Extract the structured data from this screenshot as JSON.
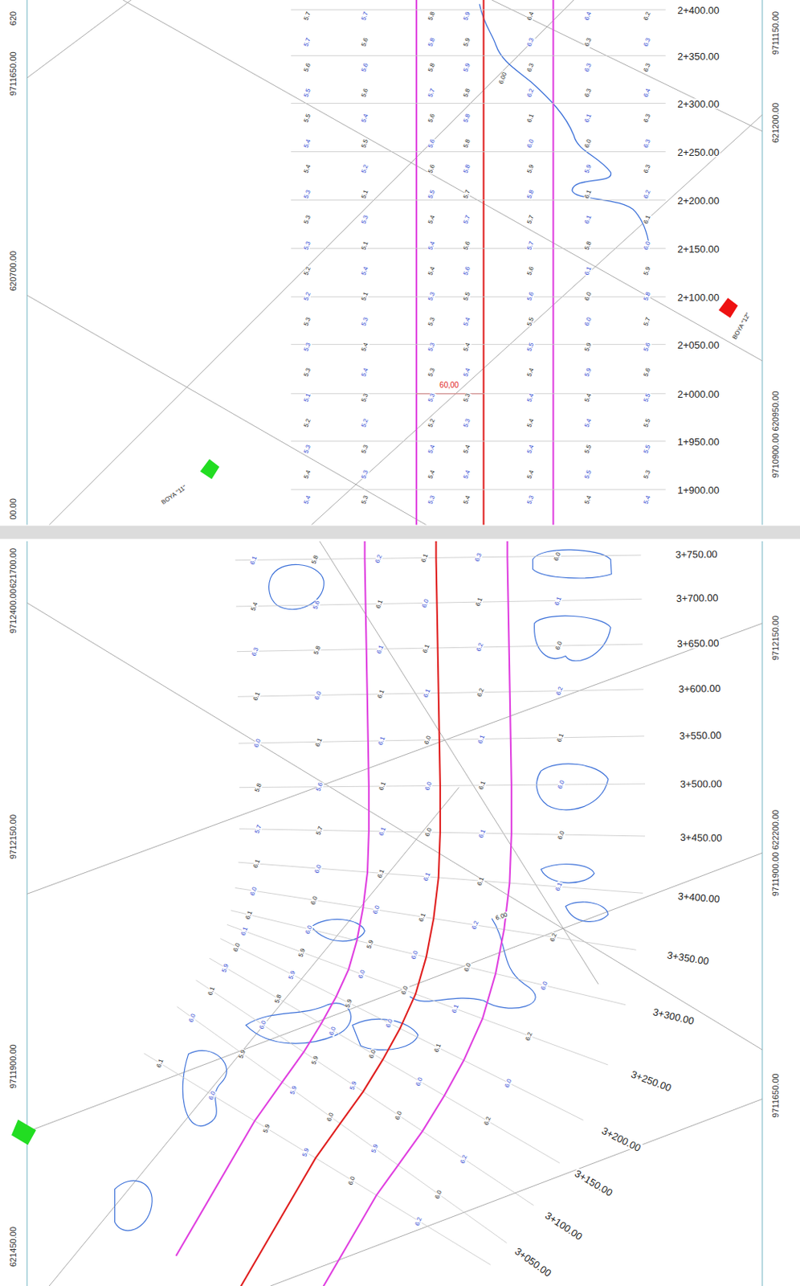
{
  "diagram": {
    "nodes": [
      {
        "text": [
          "BOYA \"11\""
        ]
      },
      {
        "text": [
          "BOYA \"12\""
        ]
      }
    ],
    "labels": [
      "620",
      "9711650.00",
      "620700.00",
      "00.00",
      "9711150.00",
      "621200.00",
      "9710900.00 620950.00",
      "2+400.00",
      "2+350.00",
      "2+300.00",
      "2+250.00",
      "2+200.00",
      "2+150.00",
      "2+100.00",
      "2+050.00",
      "2+000.00",
      "1+950.00",
      "1+900.00",
      "60,00",
      "6.00",
      "5.7",
      "5.7",
      "5.8",
      "5.9",
      "6.4",
      "6.4",
      "6.2",
      "5.7",
      "5.6",
      "5.8",
      "5.9",
      "6.3",
      "6.3",
      "6.3",
      "5.6",
      "5.6",
      "5.8",
      "5.9",
      "6.3",
      "6.3",
      "6.3",
      "5.5",
      "5.6",
      "5.7",
      "5.8",
      "6.2",
      "6.3",
      "6.4",
      "5.5",
      "5.4",
      "5.6",
      "5.8",
      "6.1",
      "6.1",
      "6.3",
      "5.4",
      "5.5",
      "5.6",
      "5.8",
      "6.0",
      "6.0",
      "6.3",
      "5.4",
      "5.2",
      "5.6",
      "5.8",
      "5.9",
      "5.9",
      "6.3",
      "5.3",
      "5.1",
      "5.5",
      "5.7",
      "5.8",
      "6.1",
      "6.2",
      "5.3",
      "5.3",
      "5.4",
      "5.7",
      "5.7",
      "6.1",
      "6.1",
      "5.3",
      "5.1",
      "5.4",
      "5.6",
      "5.7",
      "5.8",
      "6.0",
      "5.2",
      "5.4",
      "5.4",
      "5.6",
      "5.6",
      "6.1",
      "5.9",
      "5.2",
      "5.1",
      "5.3",
      "5.5",
      "5.6",
      "6.0",
      "5.8",
      "5.3",
      "5.3",
      "5.3",
      "5.4",
      "5.5",
      "6.0",
      "5.7",
      "5.3",
      "5.4",
      "5.3",
      "5.4",
      "5.5",
      "5.9",
      "5.6",
      "5.3",
      "5.4",
      "5.3",
      "5.4",
      "5.4",
      "5.9",
      "5.6",
      "5.1",
      "5.3",
      "5.3",
      "5.3",
      "5.4",
      "5.4",
      "5.5",
      "5.2",
      "5.2",
      "5.2",
      "5.3",
      "5.4",
      "5.4",
      "5.5",
      "5.3",
      "5.3",
      "5.4",
      "5.4",
      "5.4",
      "5.5",
      "5.5",
      "5.4",
      "5.3",
      "5.4",
      "5.4",
      "5.4",
      "5.5",
      "5.3",
      "5.4",
      "5.3",
      "5.3",
      "5.4",
      "5.3",
      "5.4",
      "5.4",
      "621700.00",
      "9712400.00",
      "9712150.00",
      "9711900.00",
      "621450.00",
      "9712150.00",
      "9711900.00 622200.00",
      "9711650.00",
      "3+750.00",
      "3+700.00",
      "3+650.00",
      "3+600.00",
      "3+550.00",
      "3+500.00",
      "3+450.00",
      "3+400.00",
      "3+350.00",
      "3+300.00",
      "3+250.00",
      "3+200.00",
      "3+150.00",
      "3+100.00",
      "3+050.00",
      "6.00",
      "6.1",
      "5.8",
      "6.2",
      "6.1",
      "6.3",
      "6.0",
      "5.4",
      "5.6",
      "6.1",
      "6.0",
      "6.1",
      "6.1",
      "6.3",
      "5.8",
      "6.1",
      "6.1",
      "6.2",
      "6.0",
      "6.1",
      "6.0",
      "6.1",
      "6.1",
      "6.2",
      "6.2",
      "6.0",
      "6.1",
      "6.1",
      "6.0",
      "6.1",
      "6.1",
      "5.8",
      "5.6",
      "6.1",
      "6.0",
      "6.1",
      "6.0",
      "5.7",
      "5.7",
      "6.1",
      "6.0",
      "6.1",
      "6.0",
      "6.1",
      "6.0",
      "6.1",
      "6.1",
      "6.1",
      "6.1",
      "6.0",
      "6.0",
      "6.0",
      "6.1",
      "6.2",
      "6.2",
      "6.1",
      "6.0",
      "5.9",
      "6.0",
      "6.0",
      "6.0",
      "6.1",
      "5.9",
      "6.0",
      "6.0",
      "6.1",
      "6.2",
      "6.0",
      "5.9",
      "5.9",
      "6.0",
      "6.1",
      "6.0",
      "5.9",
      "5.8",
      "6.0",
      "6.0",
      "6.0",
      "6.2",
      "6.1",
      "6.0",
      "5.9",
      "5.9",
      "6.0",
      "6.2",
      "6.0",
      "5.9",
      "5.9",
      "6.0",
      "5.9",
      "6.0",
      "6.1",
      "6.0",
      "5.9",
      "5.9",
      "6.0",
      "6.2"
    ]
  }
}
